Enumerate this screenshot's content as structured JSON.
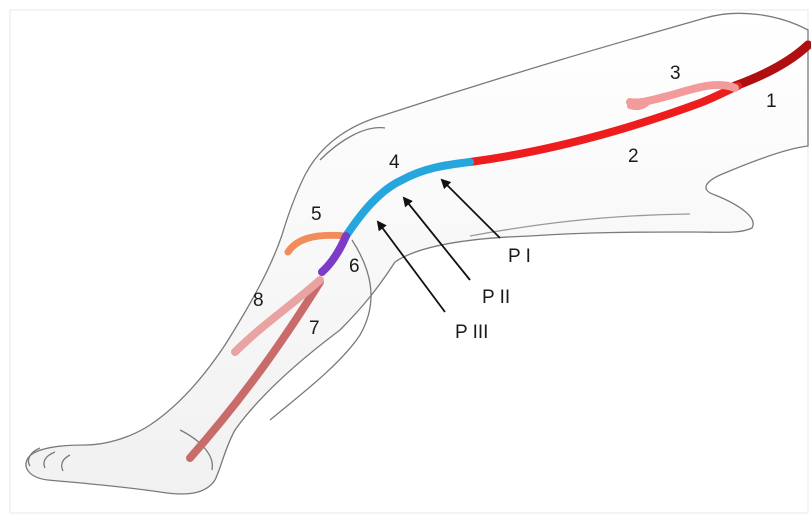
{
  "diagram": {
    "segment_labels": [
      {
        "id": "label-1",
        "text": "1"
      },
      {
        "id": "label-2",
        "text": "2"
      },
      {
        "id": "label-3",
        "text": "3"
      },
      {
        "id": "label-4",
        "text": "4"
      },
      {
        "id": "label-5",
        "text": "5"
      },
      {
        "id": "label-6",
        "text": "6"
      },
      {
        "id": "label-7",
        "text": "7"
      },
      {
        "id": "label-8",
        "text": "8"
      }
    ],
    "popliteal_labels": [
      {
        "id": "p1",
        "text": "P I"
      },
      {
        "id": "p2",
        "text": "P II"
      },
      {
        "id": "p3",
        "text": "P III"
      }
    ]
  },
  "colors": {
    "segment_1": "#b00f12",
    "segment_2": "#ee1d1d",
    "segment_3": "#f39a9a",
    "segment_4": "#25a7de",
    "segment_5": "#f28c5a",
    "segment_6": "#7d3cc8",
    "segment_7": "#c96b6b",
    "segment_8": "#eaa3a3",
    "outline": "#7a7a7a",
    "arrow": "#111111"
  }
}
